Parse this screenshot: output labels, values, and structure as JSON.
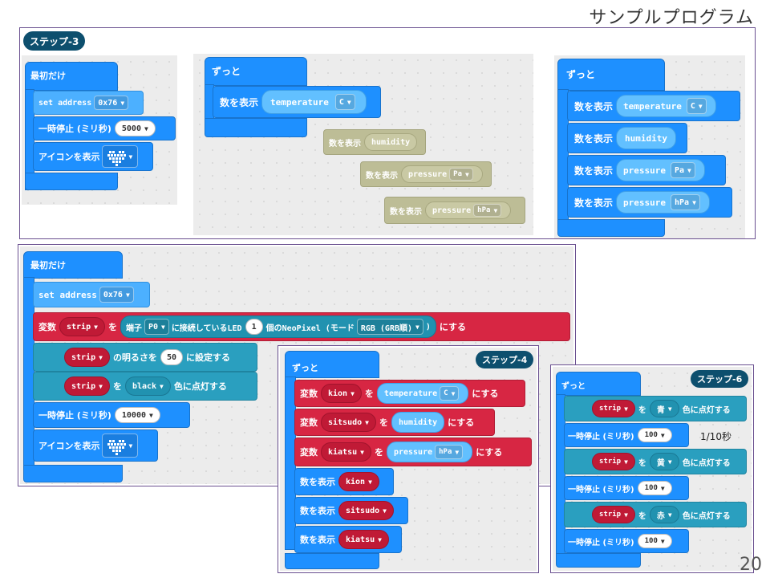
{
  "page": {
    "title": "サンプルプログラム",
    "number": "20"
  },
  "common": {
    "on_start": "最初だけ",
    "forever": "ずっと",
    "show_number": "数を表示",
    "pause": "一時停止 (ミリ秒)",
    "show_icon": "アイコンを表示",
    "set_address": "set address",
    "addr": "0x76",
    "var": "変数",
    "wo": "を",
    "suru": "にする",
    "color_on": "色に点灯する"
  },
  "step3": {
    "badge": "ステップ-3",
    "pause_value": "5000",
    "temperature": "temperature",
    "unit_c": "C",
    "humidity": "humidity",
    "pressure": "pressure",
    "unit_pa": "Pa",
    "unit_hpa": "hPa"
  },
  "panel2": {
    "var_name": "strip",
    "pin_label": "端子",
    "pin": "P0",
    "connected": "に接続しているLED",
    "led_count": "1",
    "neopixel": "個のNeoPixel (モード",
    "mode": "RGB (GRB順)",
    "close_paren": ")",
    "brightness_of": "の明るさを",
    "brightness": "50",
    "set_to": "に設定する",
    "color": "black",
    "pause_value": "10000"
  },
  "step4": {
    "badge": "ステップ-4",
    "vars": [
      {
        "name": "kion",
        "source": "temperature",
        "unit": "C"
      },
      {
        "name": "sitsudo",
        "source": "humidity",
        "unit": ""
      },
      {
        "name": "kiatsu",
        "source": "pressure",
        "unit": "hPa"
      }
    ]
  },
  "step6": {
    "badge": "ステップ-6",
    "strip": "strip",
    "colors": [
      "青",
      "黄",
      "赤"
    ],
    "pause_value": "100",
    "note": "1/10秒"
  },
  "colors": {
    "blue": "#1e90ff",
    "red": "#d72643",
    "teal": "#2a9fbf",
    "khaki": "#bdbd96",
    "frame": "#6a5090"
  }
}
